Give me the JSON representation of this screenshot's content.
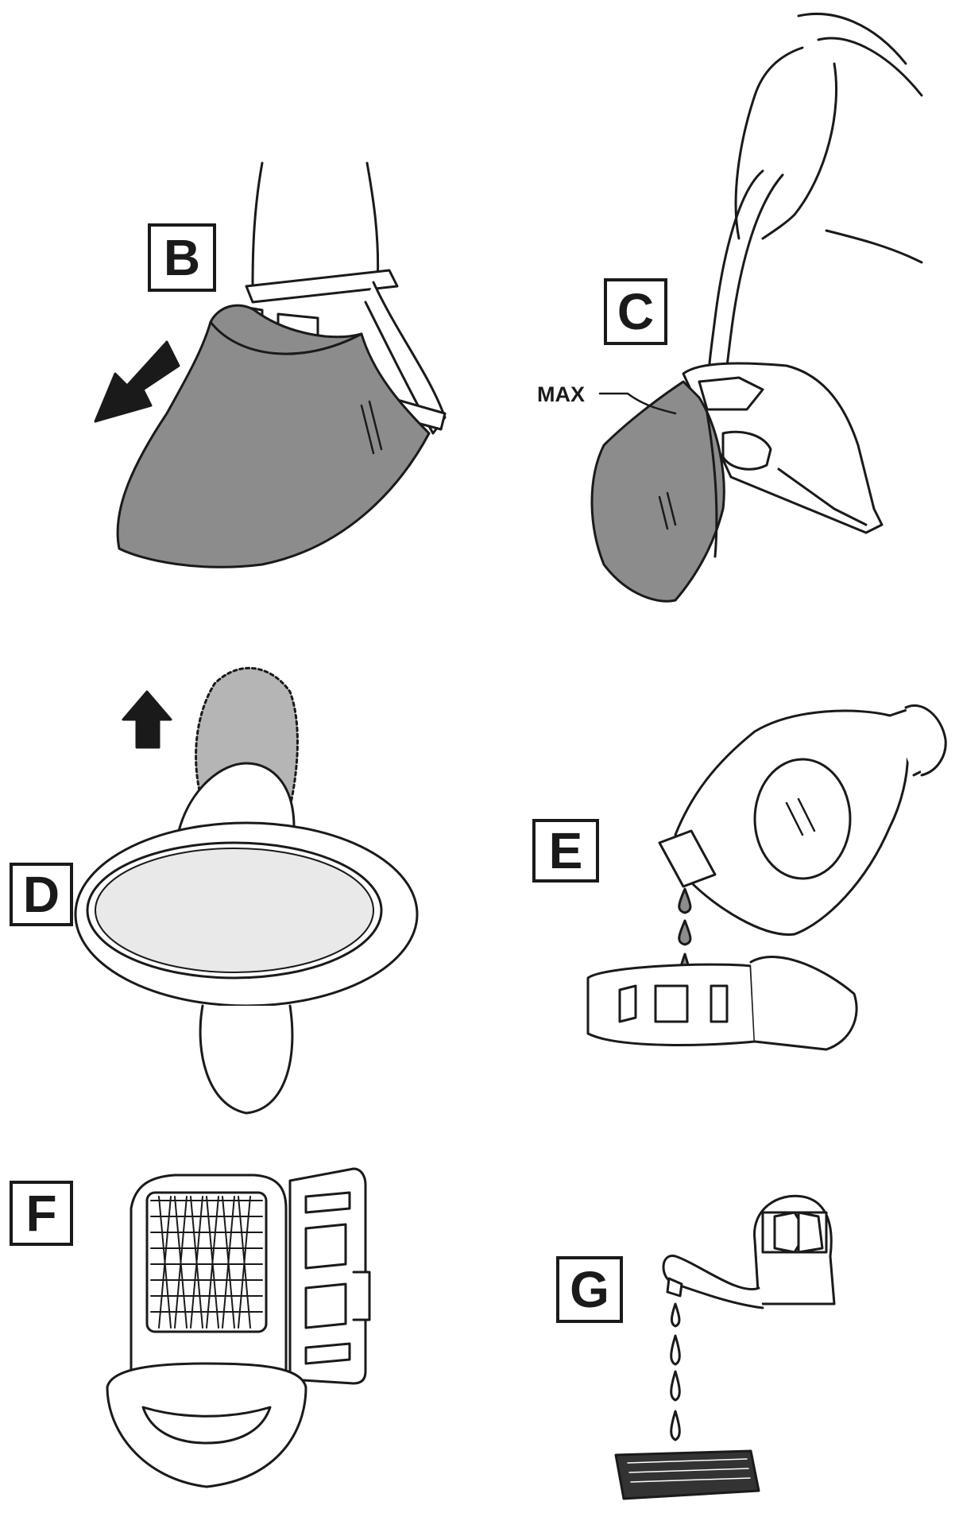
{
  "panels": [
    {
      "id": "B",
      "label": "B"
    },
    {
      "id": "C",
      "label": "C",
      "annotation": "MAX"
    },
    {
      "id": "D",
      "label": "D"
    },
    {
      "id": "E",
      "label": "E"
    },
    {
      "id": "F",
      "label": "F"
    },
    {
      "id": "G",
      "label": "G"
    }
  ],
  "colors": {
    "line": "#1a1a1a",
    "fill_gray": "#8c8c8c",
    "light_gray": "#b5b5b5",
    "background": "#ffffff"
  },
  "icons": [
    "arrow-left-down-icon",
    "arrow-up-icon",
    "water-drop-icon",
    "faucet-icon",
    "bottle-icon"
  ]
}
